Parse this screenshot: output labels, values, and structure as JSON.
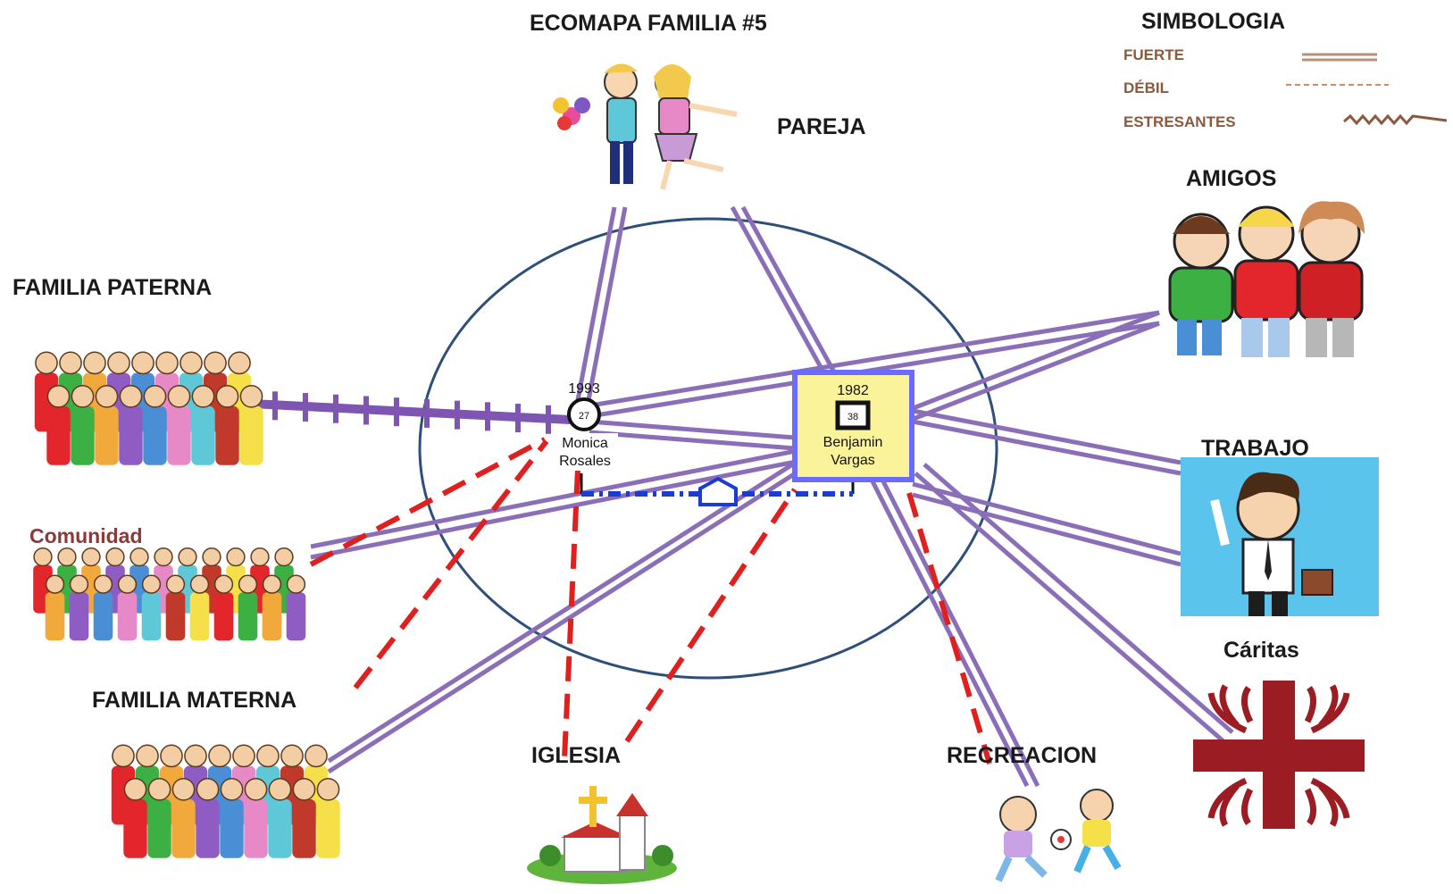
{
  "title": "ECOMAPA FAMILIA #5",
  "legend": {
    "title": "SIMBOLOGIA",
    "items": [
      {
        "label": "FUERTE",
        "style": "strong"
      },
      {
        "label": "DÉBIL",
        "style": "weak"
      },
      {
        "label": "ESTRESANTES",
        "style": "stressful"
      }
    ]
  },
  "systems": {
    "pareja": "PAREJA",
    "familia_paterna": "FAMILIA PATERNA",
    "comunidad": "Comunidad",
    "familia_materna": "FAMILIA MATERNA",
    "iglesia": "IGLESIA",
    "recreacion": "RECREACION",
    "caritas": "Cáritas",
    "trabajo": "TRABAJO",
    "amigos": "AMIGOS"
  },
  "persons": {
    "female": {
      "year": "1993",
      "age": "27",
      "name_line1": "Monica",
      "name_line2": "Rosales"
    },
    "male": {
      "year": "1982",
      "age": "38",
      "name_line1": "Benjamin",
      "name_line2": "Vargas"
    }
  },
  "colors": {
    "strong": "#8a6fb8",
    "weak": "#e0201f",
    "circle": "#2e4f7a",
    "legend_text": "#8b5a3c",
    "male_box_fill": "#fbf39a",
    "male_box_border": "#6b6bff",
    "union": "#1a3bd6",
    "caritas_red": "#9b1c22"
  }
}
